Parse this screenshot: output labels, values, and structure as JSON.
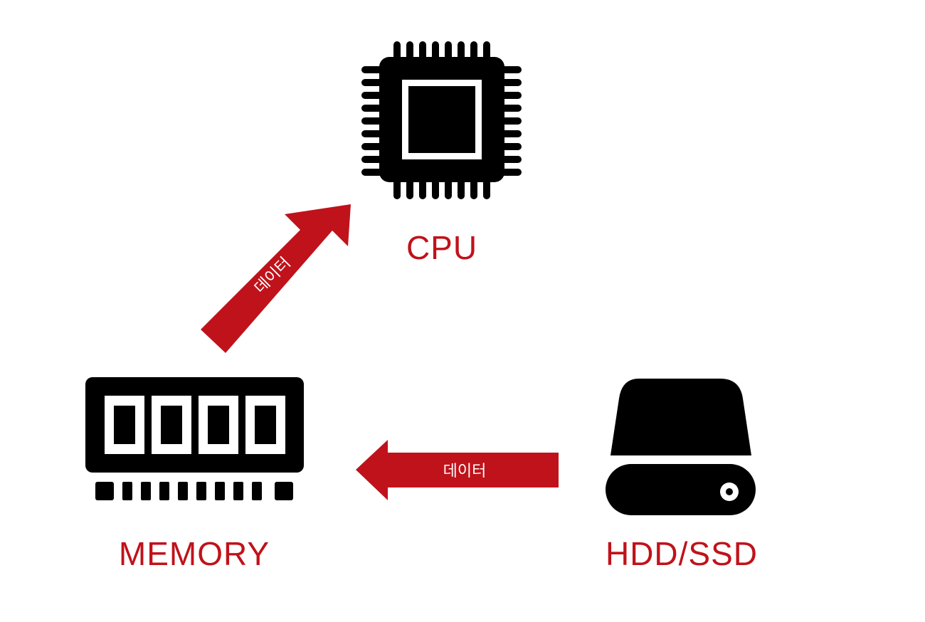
{
  "colors": {
    "accent": "#c0121a",
    "icon": "#000000",
    "background": "#ffffff"
  },
  "nodes": {
    "cpu": {
      "label": "CPU",
      "icon": "cpu-chip-icon"
    },
    "memory": {
      "label": "MEMORY",
      "icon": "ram-module-icon"
    },
    "storage": {
      "label": "HDD/SSD",
      "icon": "hard-drive-icon"
    }
  },
  "edges": [
    {
      "from": "memory",
      "to": "cpu",
      "label": "데이터"
    },
    {
      "from": "storage",
      "to": "memory",
      "label": "데이터"
    }
  ]
}
